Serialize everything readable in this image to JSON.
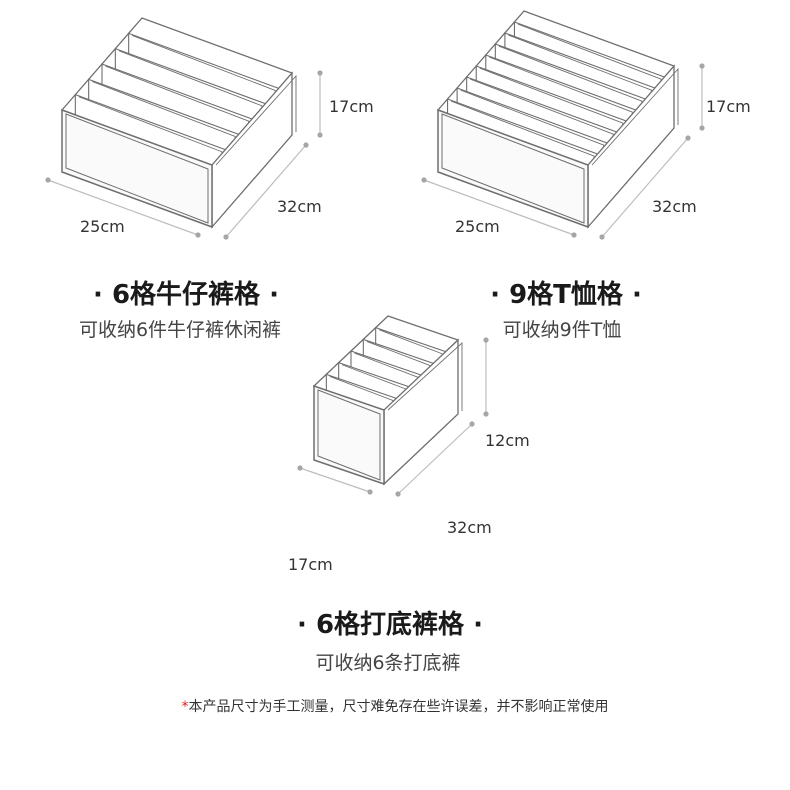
{
  "colors": {
    "box_stroke": "#6e6e6e",
    "box_fill": "#ffffff",
    "front_fill": "#fafafa",
    "dim_line": "#bdbdbd",
    "dot": "#a6a6a6",
    "asterisk": "#e02020"
  },
  "products": [
    {
      "compartments": 6,
      "dims": {
        "height": "17cm",
        "width": "25cm",
        "depth": "32cm"
      },
      "title": "6格牛仔裤格",
      "subtitle": "可收纳6件牛仔裤休闲裤"
    },
    {
      "compartments": 9,
      "dims": {
        "height": "17cm",
        "width": "25cm",
        "depth": "32cm"
      },
      "title": "9格T恤格",
      "subtitle": "可收纳9件T恤"
    },
    {
      "compartments": 6,
      "dims": {
        "height": "12cm",
        "width": "17cm",
        "depth": "32cm"
      },
      "title": "6格打底裤格",
      "subtitle": "可收纳6条打底裤"
    }
  ],
  "title_bullet": "·",
  "footnote": {
    "asterisk": "*",
    "text": "本产品尺寸为手工测量，尺寸难免存在些许误差，并不影响正常使用"
  }
}
